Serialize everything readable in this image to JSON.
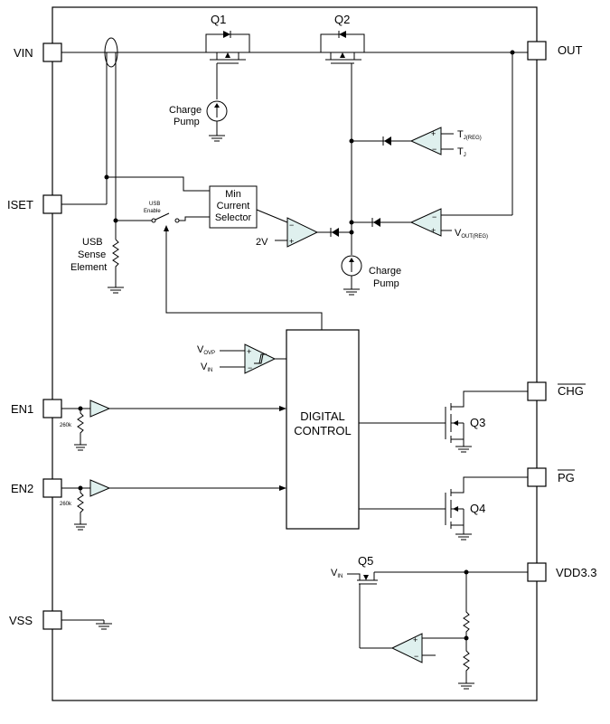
{
  "pins": {
    "vin": "VIN",
    "iset": "ISET",
    "en1": "EN1",
    "en2": "EN2",
    "vss": "VSS",
    "out": "OUT",
    "chg": "CHG",
    "pg": "PG",
    "vdd": "VDD3.3"
  },
  "transistors": {
    "q1": "Q1",
    "q2": "Q2",
    "q3": "Q3",
    "q4": "Q4",
    "q5": "Q5"
  },
  "charge_pump_1": {
    "line1": "Charge",
    "line2": "Pump"
  },
  "charge_pump_2": {
    "line1": "Charge",
    "line2": "Pump"
  },
  "tj_reg": {
    "main": "T",
    "sub": "J(REG)"
  },
  "tj": {
    "main": "T",
    "sub": "J"
  },
  "vout_reg": {
    "main": "V",
    "sub": "OUT(REG)"
  },
  "selector": {
    "line1": "Min",
    "line2": "Current",
    "line3": "Selector"
  },
  "usb_enable": {
    "line1": "USB",
    "line2": "Enable"
  },
  "usb_sense": {
    "line1": "USB",
    "line2": "Sense",
    "line3": "Element"
  },
  "two_v": "2V",
  "vovp": {
    "main": "V",
    "sub": "OVP"
  },
  "vin_cmp": {
    "main": "V",
    "sub": "IN"
  },
  "vin_q5": {
    "main": "V",
    "sub": "IN"
  },
  "digital_control": {
    "line1": "DIGITAL",
    "line2": "CONTROL"
  },
  "res_en1": "260k",
  "res_en2": "260k"
}
